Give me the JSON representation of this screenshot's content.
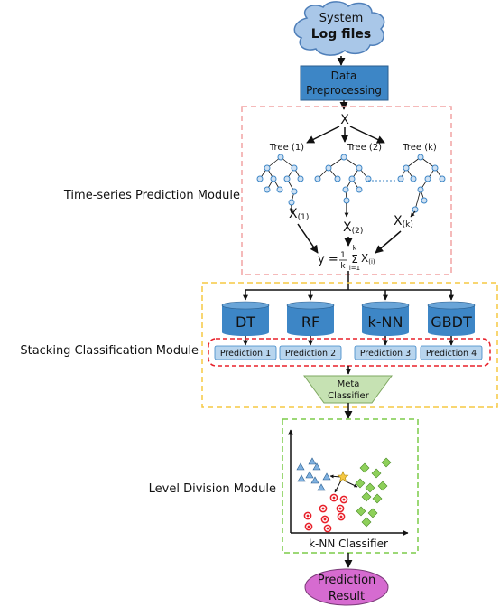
{
  "input_cloud": {
    "line1": "System",
    "line2": "Log files",
    "fill": "#a9c7e8",
    "stroke": "#4f7fb9"
  },
  "preprocess": {
    "line1": "Data",
    "line2": "Preprocessing",
    "fill": "#3d86c6"
  },
  "timeseries": {
    "module_label": "Time-series Prediction Module",
    "box_color": "#f2a3a3",
    "input_symbol": "X",
    "trees": [
      "Tree (1)",
      "Tree (2)",
      "Tree (k)"
    ],
    "outputs": [
      {
        "base": "X",
        "sub": "(1)"
      },
      {
        "base": "X",
        "sub": "(2)"
      },
      {
        "base": "X",
        "sub": "(k)"
      }
    ],
    "formula": {
      "lhs": "y =",
      "frac_num": "1",
      "frac_den": "k",
      "sum_top": "k",
      "sum_bottom": "i=1",
      "sum_sign": "Σ",
      "term": "X",
      "term_sub": "(i)"
    }
  },
  "stacking": {
    "module_label": "Stacking Classification Module",
    "box_color": "#f5c842",
    "models": [
      "DT",
      "RF",
      "k-NN",
      "GBDT"
    ],
    "model_color": "#3d86c6",
    "predictions": [
      "Prediction 1",
      "Prediction 2",
      "Prediction 3",
      "Prediction 4"
    ],
    "prediction_fill": "#b8d5ee",
    "prediction_group_color": "#e8202a",
    "meta": {
      "line1": "Meta",
      "line2": "Classifier",
      "fill": "#c6e2b3"
    }
  },
  "level": {
    "module_label": "Level Division Module",
    "box_color": "#7ccc48",
    "classifier_label": "k-NN Classifier"
  },
  "result": {
    "line1": "Prediction",
    "line2": "Result",
    "fill": "#d66bd0"
  }
}
